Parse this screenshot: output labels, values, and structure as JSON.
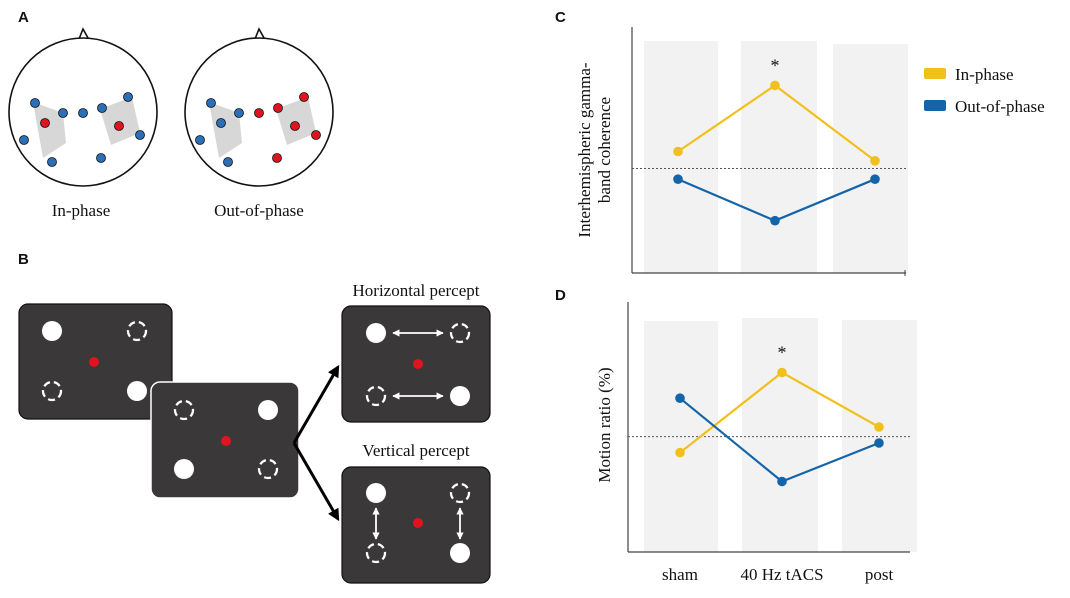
{
  "panels": {
    "a": {
      "letter": "A",
      "labels": [
        "In-phase",
        "Out-of-phase"
      ]
    },
    "b": {
      "letter": "B",
      "horizontal_label": "Horizontal percept",
      "vertical_label": "Vertical percept"
    },
    "c": {
      "letter": "C"
    },
    "d": {
      "letter": "D"
    }
  },
  "colors": {
    "in_phase": "#f2c01c",
    "out_of_phase": "#1464aa",
    "electrode_red": "#e0141e",
    "electrode_blue": "#2a6fb8",
    "screen_bg": "#3a3838",
    "shade": "#d7d7d7"
  },
  "chart_data": [
    {
      "type": "line",
      "panel": "C",
      "ylabel": "Interhemispheric gamma-band coherence",
      "xlabel": "",
      "categories": [
        "sham",
        "40 Hz tACS",
        "post"
      ],
      "series": [
        {
          "name": "In-phase",
          "values": [
            0.55,
            2.7,
            0.25
          ]
        },
        {
          "name": "Out-of-phase",
          "values": [
            -0.35,
            -1.7,
            -0.35
          ]
        }
      ],
      "reference_line": 0,
      "ylim": [
        -3.4,
        4.6
      ],
      "annotations": [
        {
          "category": "40 Hz tACS",
          "text": "*"
        }
      ],
      "legend": {
        "position": "top-right",
        "entries": [
          "In-phase",
          "Out-of-phase"
        ]
      },
      "grid": false
    },
    {
      "type": "line",
      "panel": "D",
      "ylabel": "Motion ratio (%)",
      "xlabel": "",
      "categories": [
        "sham",
        "40 Hz tACS",
        "post"
      ],
      "series": [
        {
          "name": "In-phase",
          "values": [
            -0.5,
            2.0,
            0.3
          ]
        },
        {
          "name": "Out-of-phase",
          "values": [
            1.2,
            -1.4,
            -0.2
          ]
        }
      ],
      "reference_line": 0,
      "ylim": [
        -3.6,
        4.2
      ],
      "annotations": [
        {
          "category": "40 Hz tACS",
          "text": "*"
        }
      ],
      "grid": false
    }
  ]
}
